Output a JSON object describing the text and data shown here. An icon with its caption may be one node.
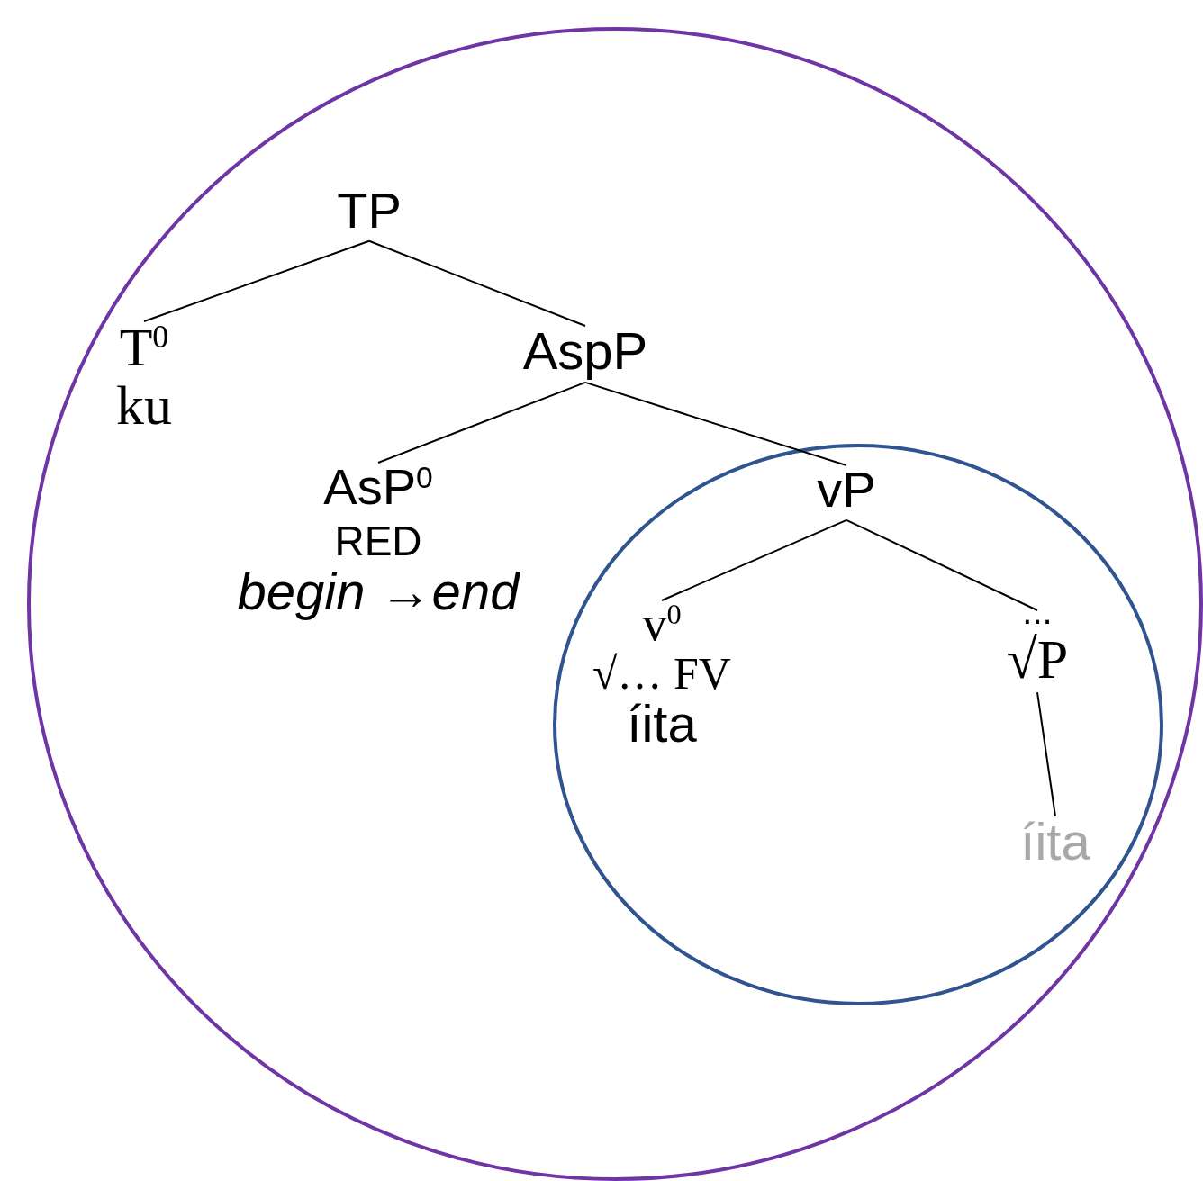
{
  "diagram": {
    "nodes": [
      {
        "text": [
          "TP"
        ]
      },
      {
        "text": [
          "T$^{0}$",
          "ku"
        ]
      },
      {
        "text": [
          "AspP"
        ]
      },
      {
        "text": [
          "AsP$^{0}$",
          "RED",
          "begin →end"
        ]
      },
      {
        "text": [
          "vP"
        ]
      },
      {
        "text": [
          "v$^{0}$",
          "√… FV",
          "íita"
        ]
      },
      {
        "text": [
          "...",
          "√P"
        ]
      },
      {
        "text": [
          "íita"
        ]
      }
    ],
    "edges": [
      {
        "from": 0,
        "to": 1,
        "arrow": "none"
      },
      {
        "from": 0,
        "to": 2,
        "arrow": "none"
      },
      {
        "from": 2,
        "to": 3,
        "arrow": "none"
      },
      {
        "from": 2,
        "to": 4,
        "arrow": "none"
      },
      {
        "from": 4,
        "to": 5,
        "arrow": "none"
      },
      {
        "from": 4,
        "to": 6,
        "arrow": "none"
      },
      {
        "from": 6,
        "to": 7,
        "arrow": "none"
      }
    ]
  }
}
